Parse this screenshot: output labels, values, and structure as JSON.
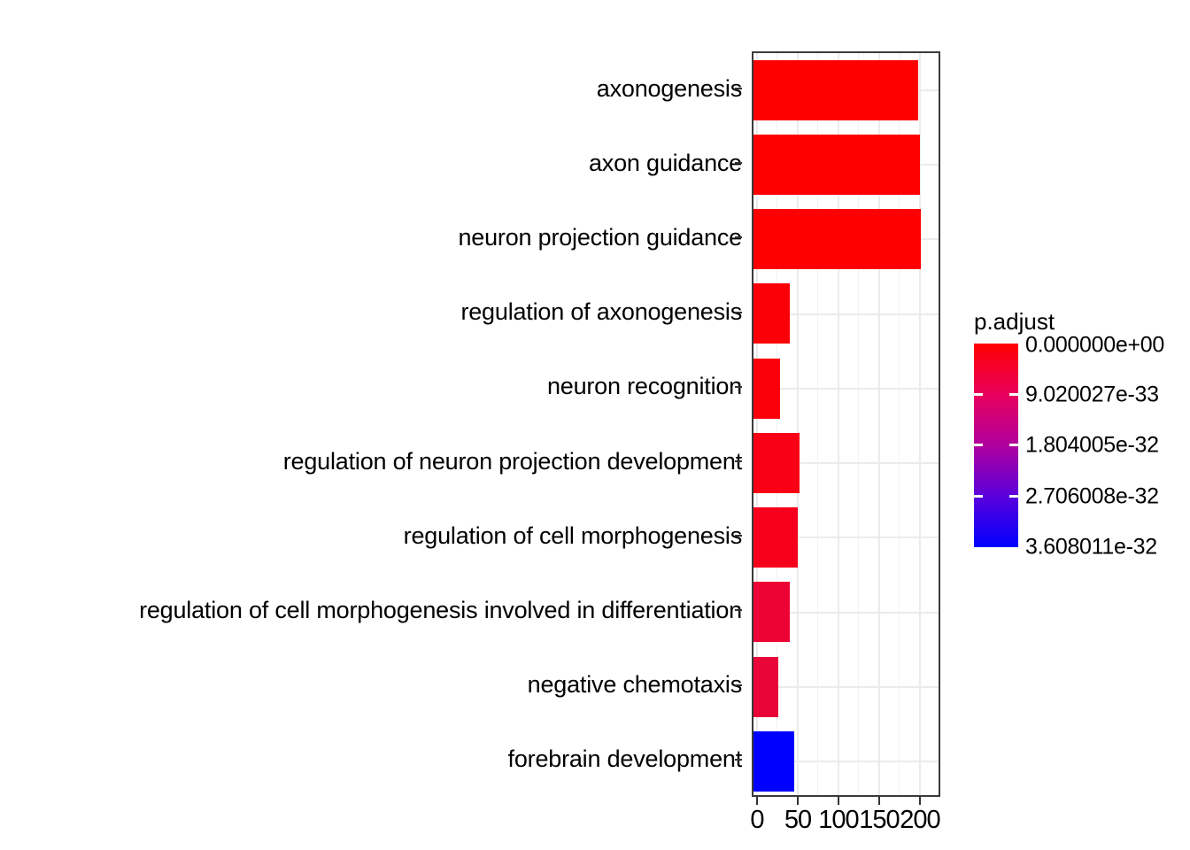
{
  "chart_data": {
    "type": "bar",
    "orientation": "horizontal",
    "title": "",
    "xlabel": "",
    "ylabel": "",
    "xlim": [
      0,
      215
    ],
    "xticks": [
      0,
      50,
      100,
      150,
      200
    ],
    "xticklabels": [
      "0",
      "50",
      "100",
      "150",
      "200"
    ],
    "grid": true,
    "grid_minor": true,
    "legend_position": "right",
    "categories": [
      "axonogenesis",
      "axon guidance",
      "neuron projection guidance",
      "regulation of axonogenesis",
      "neuron recognition",
      "regulation of neuron projection development",
      "regulation of cell morphogenesis",
      "regulation of cell morphogenesis involved in differentiation",
      "negative chemotaxis",
      "forebrain development"
    ],
    "values": [
      200,
      202,
      203,
      42,
      31,
      54,
      52,
      42,
      29,
      47
    ],
    "bar_colors": [
      "#FE0000",
      "#FE0000",
      "#FE0000",
      "#FC0008",
      "#FB000B",
      "#F90014",
      "#F7001B",
      "#ED0434",
      "#EA0539",
      "#0000FF"
    ],
    "point_colors_note": "fill encodes p.adjust",
    "legend": {
      "title": "p.adjust",
      "gradient_high_color": "#FF0000",
      "gradient_low_color": "#0000FF",
      "breaks": [
        "0.000000e+00",
        "9.020027e-33",
        "1.804005e-32",
        "2.706008e-32",
        "3.608011e-32"
      ]
    }
  }
}
